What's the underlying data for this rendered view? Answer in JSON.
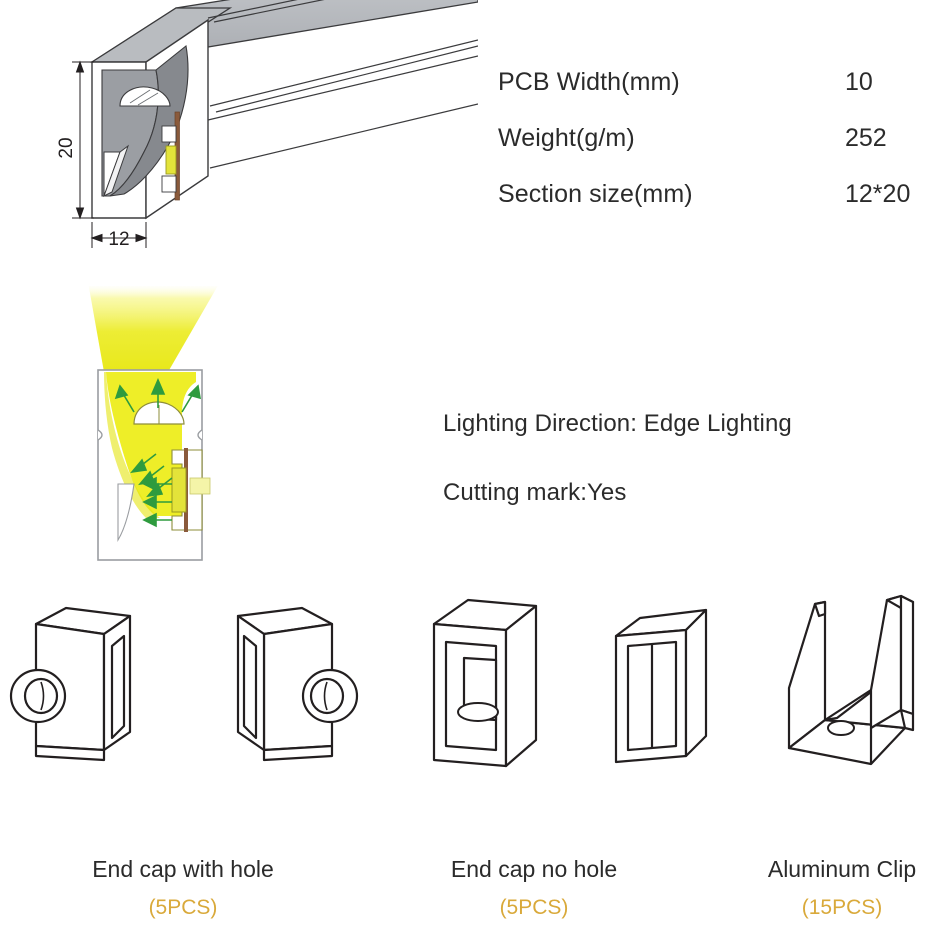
{
  "specs": {
    "rows": [
      {
        "label": "PCB Width(mm)",
        "value": "10"
      },
      {
        "label": "Weight(g/m)",
        "value": "252"
      },
      {
        "label": "Section size(mm)",
        "value": "12*20"
      }
    ]
  },
  "attributes": {
    "lines": [
      "Lighting Direction: Edge Lighting",
      "Cutting mark:Yes"
    ]
  },
  "drawing_3d": {
    "height_dim": "20",
    "width_dim": "12"
  },
  "accessories": [
    {
      "title": "End cap with hole",
      "qty": "(5PCS)"
    },
    {
      "title": "End cap no hole",
      "qty": "(5PCS)"
    },
    {
      "title": "Aluminum Clip",
      "qty": "(15PCS)"
    }
  ],
  "colors": {
    "line": "#231f20",
    "body_gray": "#b9bcc0",
    "beam_yellow": "#e8e81a",
    "arrow_green": "#2e9b3e",
    "pcb_brown": "#8a5a3b",
    "led_yellow": "#e3e33a",
    "qty_gold": "#d9a93a"
  }
}
